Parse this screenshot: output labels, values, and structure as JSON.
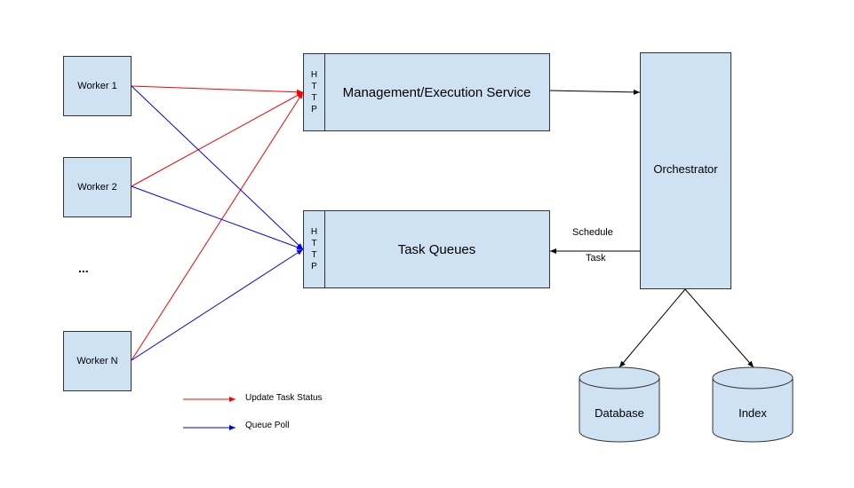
{
  "workers": [
    "Worker 1",
    "Worker 2",
    "Worker N"
  ],
  "ellipsis": "...",
  "http_letters": [
    "H",
    "T",
    "T",
    "P"
  ],
  "services": {
    "management": "Management/Execution Service",
    "queues": "Task Queues"
  },
  "orchestrator": "Orchestrator",
  "stores": {
    "database": "Database",
    "index": "Index"
  },
  "schedule_task": {
    "line1": "Schedule",
    "line2": "Task"
  },
  "legend": {
    "update": {
      "label": "Update Task Status",
      "color": "#ff0000"
    },
    "poll": {
      "label": "Queue Poll",
      "color": "#0000ff"
    }
  }
}
